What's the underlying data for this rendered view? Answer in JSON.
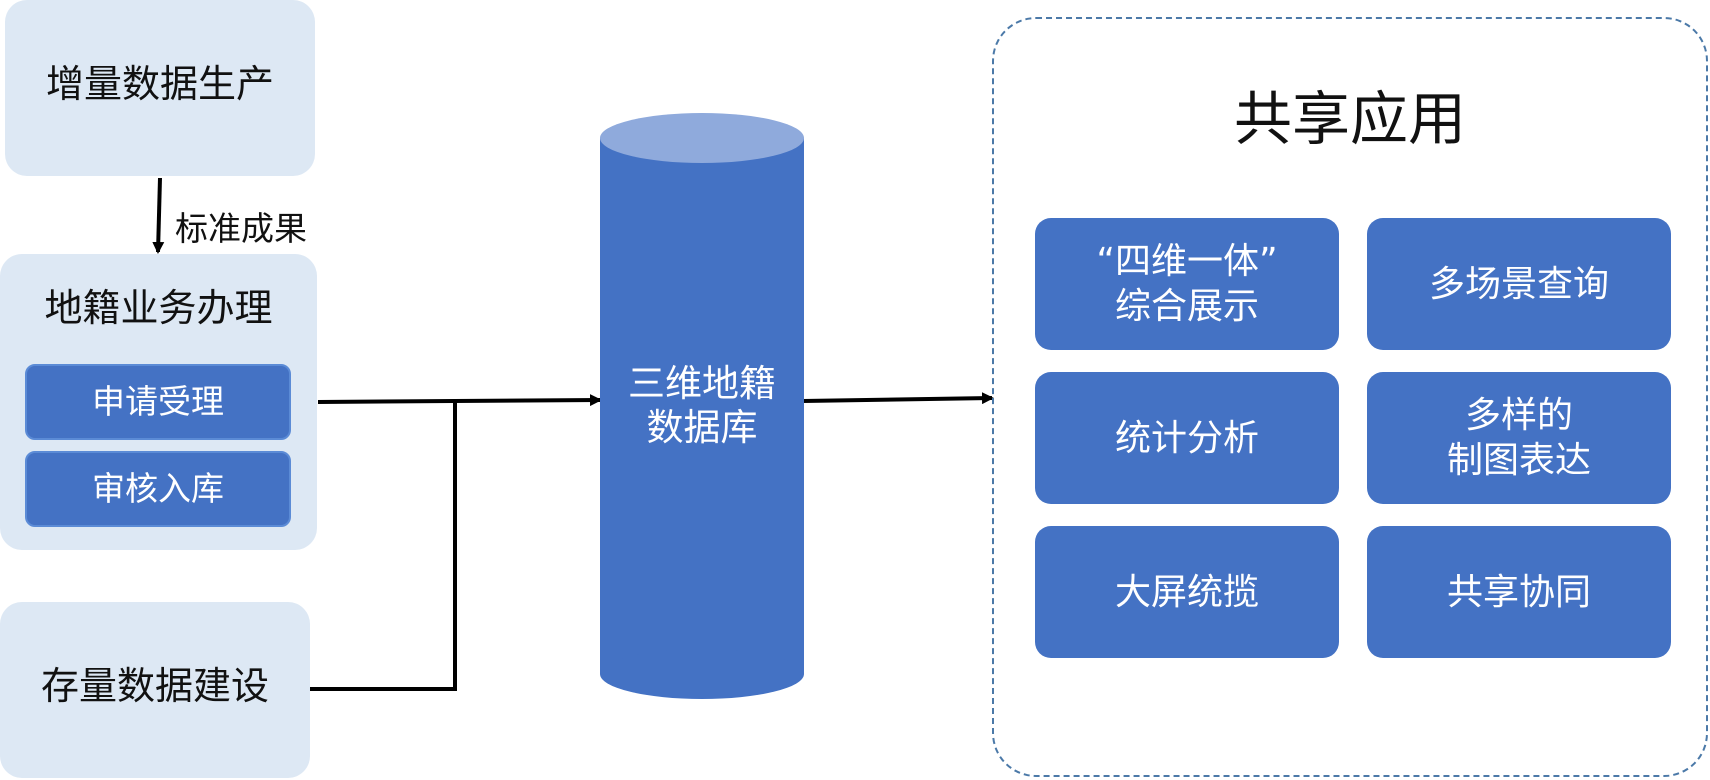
{
  "left_column": {
    "incremental_production": "增量数据生产",
    "edge_label": "标准成果",
    "cadastral_business": {
      "title": "地籍业务办理",
      "steps": [
        "申请受理",
        "审核入库"
      ]
    },
    "stock_construction": "存量数据建设"
  },
  "database": {
    "label": "三维地籍\n数据库"
  },
  "share_panel": {
    "title": "共享应用",
    "apps": [
      "“四维一体”\n综合展示",
      "多场景查询",
      "统计分析",
      "多样的\n制图表达",
      "大屏统揽",
      "共享协同"
    ]
  },
  "colors": {
    "light_box": "#dde8f4",
    "blue": "#4472c4",
    "cylinder_top": "#8faadc",
    "dashed_border": "#4b79a8",
    "arrow": "#000000"
  }
}
